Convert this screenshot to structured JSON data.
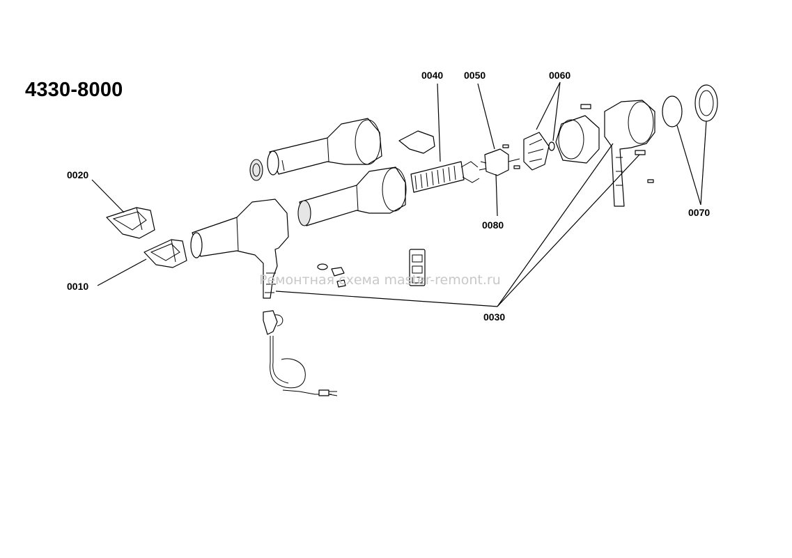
{
  "title": "4330-8000",
  "callouts": {
    "c0010": "0010",
    "c0020": "0020",
    "c0030": "0030",
    "c0040": "0040",
    "c0050": "0050",
    "c0060": "0060",
    "c0070": "0070",
    "c0080": "0080"
  },
  "watermark": "Ремонтная схема master-remont.ru"
}
